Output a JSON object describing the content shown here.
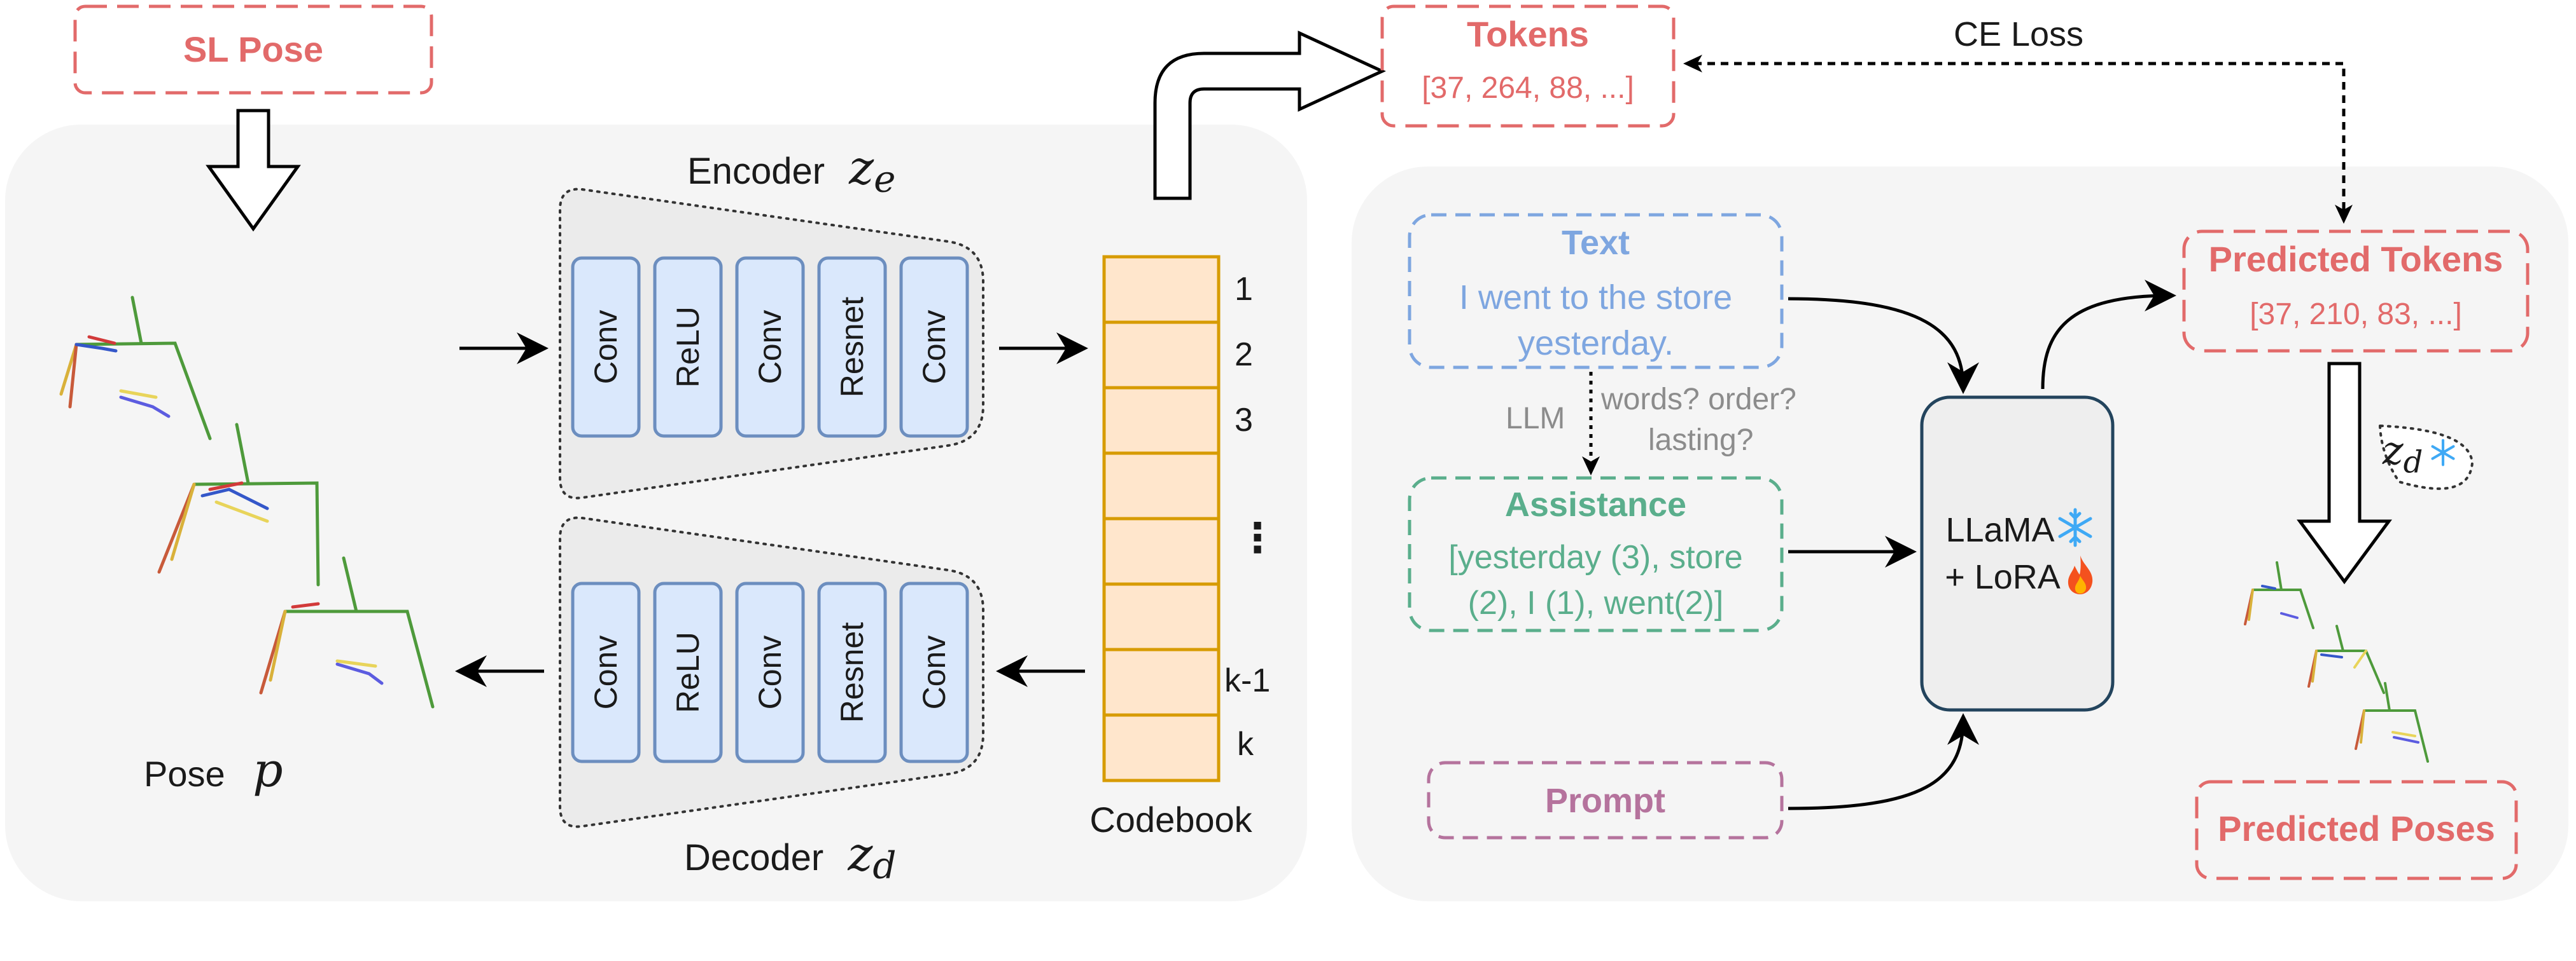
{
  "left_panel": {
    "input_label": "SL Pose",
    "pose_label": "Pose",
    "pose_symbol": "p",
    "encoder": {
      "label": "Encoder",
      "symbol": "z",
      "subscript": "e",
      "layers": [
        "Conv",
        "ReLU",
        "Conv",
        "Resnet",
        "Conv"
      ]
    },
    "decoder": {
      "label": "Decoder",
      "symbol": "z",
      "subscript": "d",
      "layers": [
        "Conv",
        "ReLU",
        "Conv",
        "Resnet",
        "Conv"
      ]
    },
    "codebook": {
      "label": "Codebook",
      "indices": [
        "1",
        "2",
        "3",
        "⋮",
        "k-1",
        "k"
      ]
    }
  },
  "tokens": {
    "title": "Tokens",
    "values": "[37, 264, 88, ...]"
  },
  "loss_label": "CE Loss",
  "right_panel": {
    "text_box": {
      "title": "Text",
      "line1": "I went to the store",
      "line2": "yesterday."
    },
    "llm_label": "LLM",
    "question_line1": "words? order?",
    "question_line2": "lasting?",
    "assistance": {
      "title": "Assistance",
      "line1": "[yesterday (3), store",
      "line2": "(2), I (1), went(2)]"
    },
    "prompt_label": "Prompt",
    "llama": {
      "line1": "LLaMA",
      "line2": "+ LoRA",
      "snowflake_icon": "snowflake-icon",
      "fire_icon": "fire-icon"
    },
    "predicted_tokens": {
      "title": "Predicted Tokens",
      "values": "[37, 210, 83, ...]"
    },
    "decoder_chip": {
      "symbol": "z",
      "subscript": "d",
      "icon": "snowflake-icon"
    },
    "predicted_poses_label": "Predicted Poses"
  },
  "colors": {
    "red": "#e26a6a",
    "blue": "#7ea6e0",
    "green": "#5aae8c",
    "purple": "#b5739d",
    "layer_fill": "#dae8fc",
    "layer_stroke": "#6c8ebf",
    "codebook_fill": "#ffe6cc",
    "codebook_stroke": "#d79b00",
    "panel_fill": "#f5f5f5",
    "llama_fill": "#eeeeee",
    "llama_stroke": "#23445d",
    "snowflake": "#3fa9f5",
    "fire": "#f4511e"
  }
}
